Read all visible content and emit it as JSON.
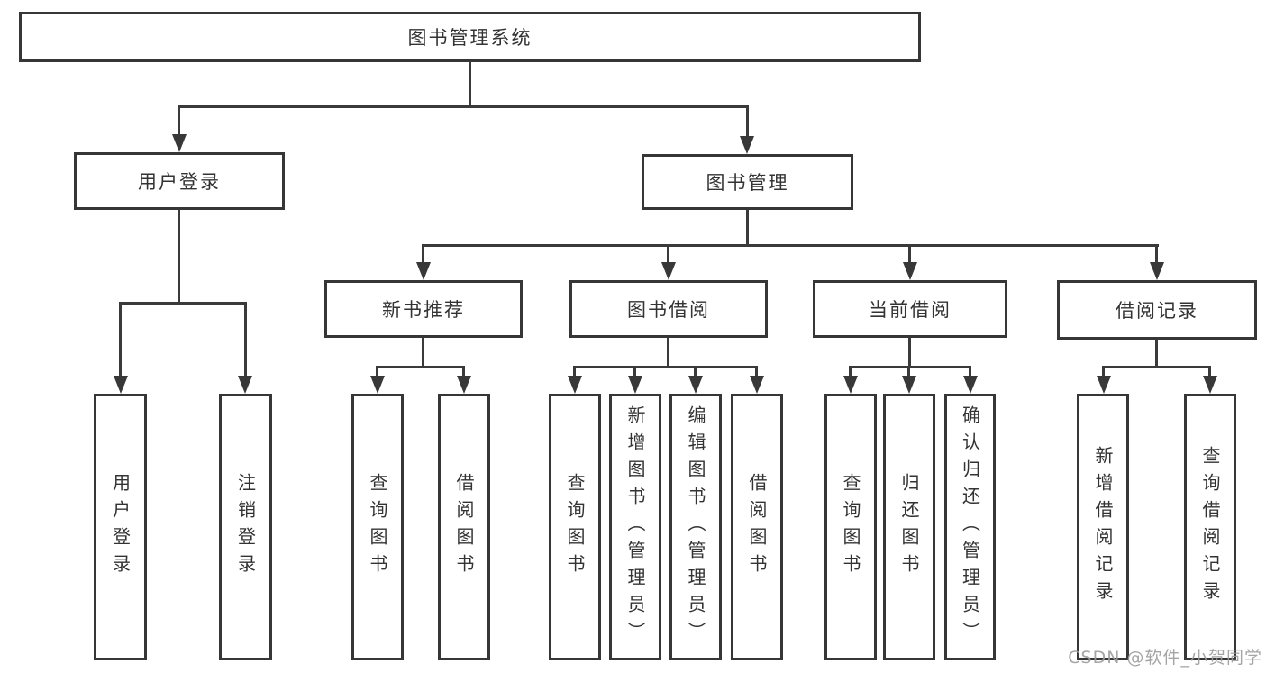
{
  "diagram_type": "hierarchy-tree",
  "colors": {
    "line": "#3a3a3a",
    "box_border": "#363636",
    "text": "#333333",
    "background": "#ffffff",
    "watermark": "#9c9c9c"
  },
  "tree": {
    "label": "图书管理系统",
    "children": [
      {
        "label": "用户登录",
        "children": [
          {
            "label": "用户登录"
          },
          {
            "label": "注销登录"
          }
        ]
      },
      {
        "label": "图书管理",
        "children": [
          {
            "label": "新书推荐",
            "children": [
              {
                "label": "查询图书"
              },
              {
                "label": "借阅图书"
              }
            ]
          },
          {
            "label": "图书借阅",
            "children": [
              {
                "label": "查询图书"
              },
              {
                "label": "新增图书（管理员）"
              },
              {
                "label": "编辑图书（管理员）"
              },
              {
                "label": "借阅图书"
              }
            ]
          },
          {
            "label": "当前借阅",
            "children": [
              {
                "label": "查询图书"
              },
              {
                "label": "归还图书"
              },
              {
                "label": "确认归还（管理员）"
              }
            ]
          },
          {
            "label": "借阅记录",
            "children": [
              {
                "label": "新增借阅记录"
              },
              {
                "label": "查询借阅记录"
              }
            ]
          }
        ]
      }
    ]
  },
  "watermark": {
    "text": "CSDN @软件_小贺同学"
  }
}
